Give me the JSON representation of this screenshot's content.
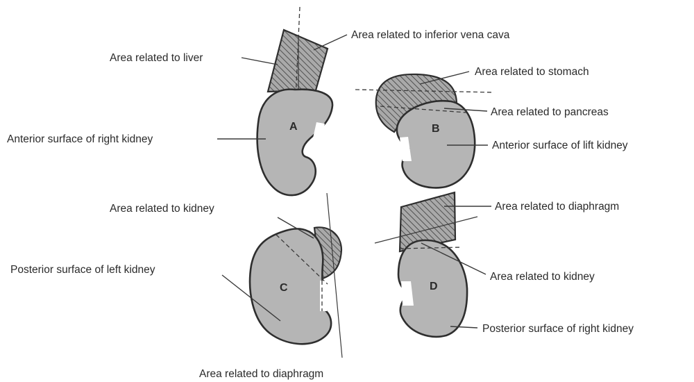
{
  "figures": {
    "a": {
      "letter": "A",
      "labels": {
        "liver": "Area related to liver",
        "ivc": "Area related to inferior vena cava",
        "surface": "Anterior surface of right kidney"
      }
    },
    "b": {
      "letter": "B",
      "labels": {
        "stomach": "Area related to stomach",
        "pancreas": "Area related to pancreas",
        "surface": "Anterior surface of lift kidney"
      }
    },
    "c": {
      "letter": "C",
      "labels": {
        "kidney": "Area related to kidney",
        "surface": "Posterior surface of left kidney",
        "diaphragm": "Area related to diaphragm"
      }
    },
    "d": {
      "letter": "D",
      "labels": {
        "diaphragm": "Area related to diaphragm",
        "kidney": "Area related to kidney",
        "surface": "Posterior surface of right kidney"
      }
    }
  },
  "colors": {
    "kidney_fill": "#b5b5b5",
    "outline": "#2e2e2e",
    "text": "#2a2a2a"
  }
}
